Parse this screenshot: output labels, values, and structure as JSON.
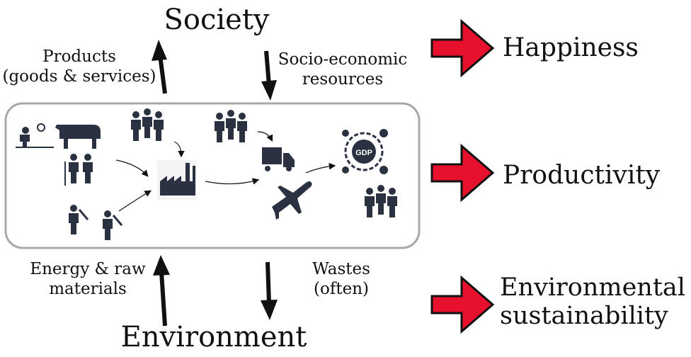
{
  "top": {
    "society": "Society",
    "environment": "Environment"
  },
  "flows": {
    "products": "Products\n(goods & services)",
    "socio_economic": "Socio-economic\nresources",
    "energy": "Energy & raw\nmaterials",
    "wastes": "Wastes\n(often)"
  },
  "outcomes": [
    "Happiness",
    "Productivity",
    "Environmental\nsustainability"
  ],
  "gdp_label": "GDP",
  "colors": {
    "arrow_red": "#e8112d",
    "box_border": "#a8a8a8",
    "icon": "#2a3140"
  }
}
